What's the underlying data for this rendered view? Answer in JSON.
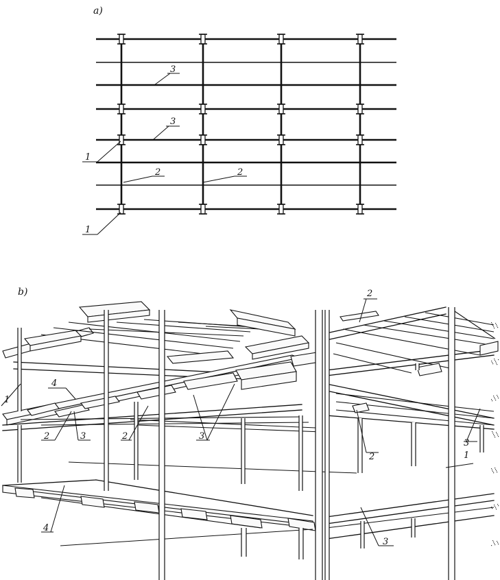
{
  "panels": [
    {
      "id": "a",
      "label": "a)",
      "callouts": [
        {
          "text": "3"
        },
        {
          "text": "3"
        },
        {
          "text": "1"
        },
        {
          "text": "2"
        },
        {
          "text": "2"
        },
        {
          "text": "1"
        }
      ]
    },
    {
      "id": "b",
      "label": "b)",
      "callouts": [
        {
          "text": "2"
        },
        {
          "text": "1"
        },
        {
          "text": "4"
        },
        {
          "text": "2"
        },
        {
          "text": "3"
        },
        {
          "text": "2"
        },
        {
          "text": "3"
        },
        {
          "text": "2"
        },
        {
          "text": "3"
        },
        {
          "text": "1"
        },
        {
          "text": "4"
        },
        {
          "text": "3"
        }
      ]
    }
  ]
}
